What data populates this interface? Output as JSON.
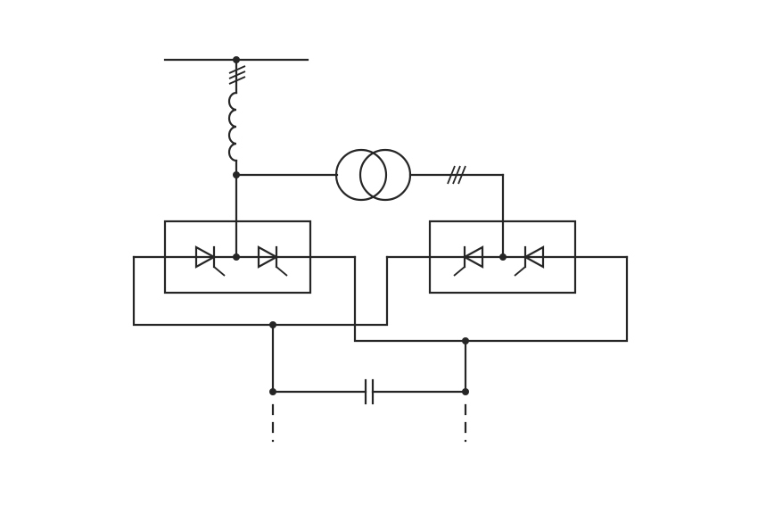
{
  "diagram": {
    "kind": "single-line circuit schematic",
    "components": [
      {
        "id": "busbar",
        "type": "bus"
      },
      {
        "id": "series-reactor",
        "type": "inductor",
        "phases_mark": "3-phase"
      },
      {
        "id": "transformer",
        "type": "two-winding-transformer"
      },
      {
        "id": "secondary-phase-mark",
        "type": "3-phase"
      },
      {
        "id": "converter-left",
        "type": "thyristor-bridge",
        "devices": 2
      },
      {
        "id": "converter-right",
        "type": "thyristor-bridge",
        "devices": 2
      },
      {
        "id": "dc-capacitor",
        "type": "capacitor"
      },
      {
        "id": "dc-output-terminals",
        "type": "dashed-leads",
        "count": 2
      }
    ]
  },
  "colors": {
    "line": "#262626",
    "background": "#ffffff"
  }
}
